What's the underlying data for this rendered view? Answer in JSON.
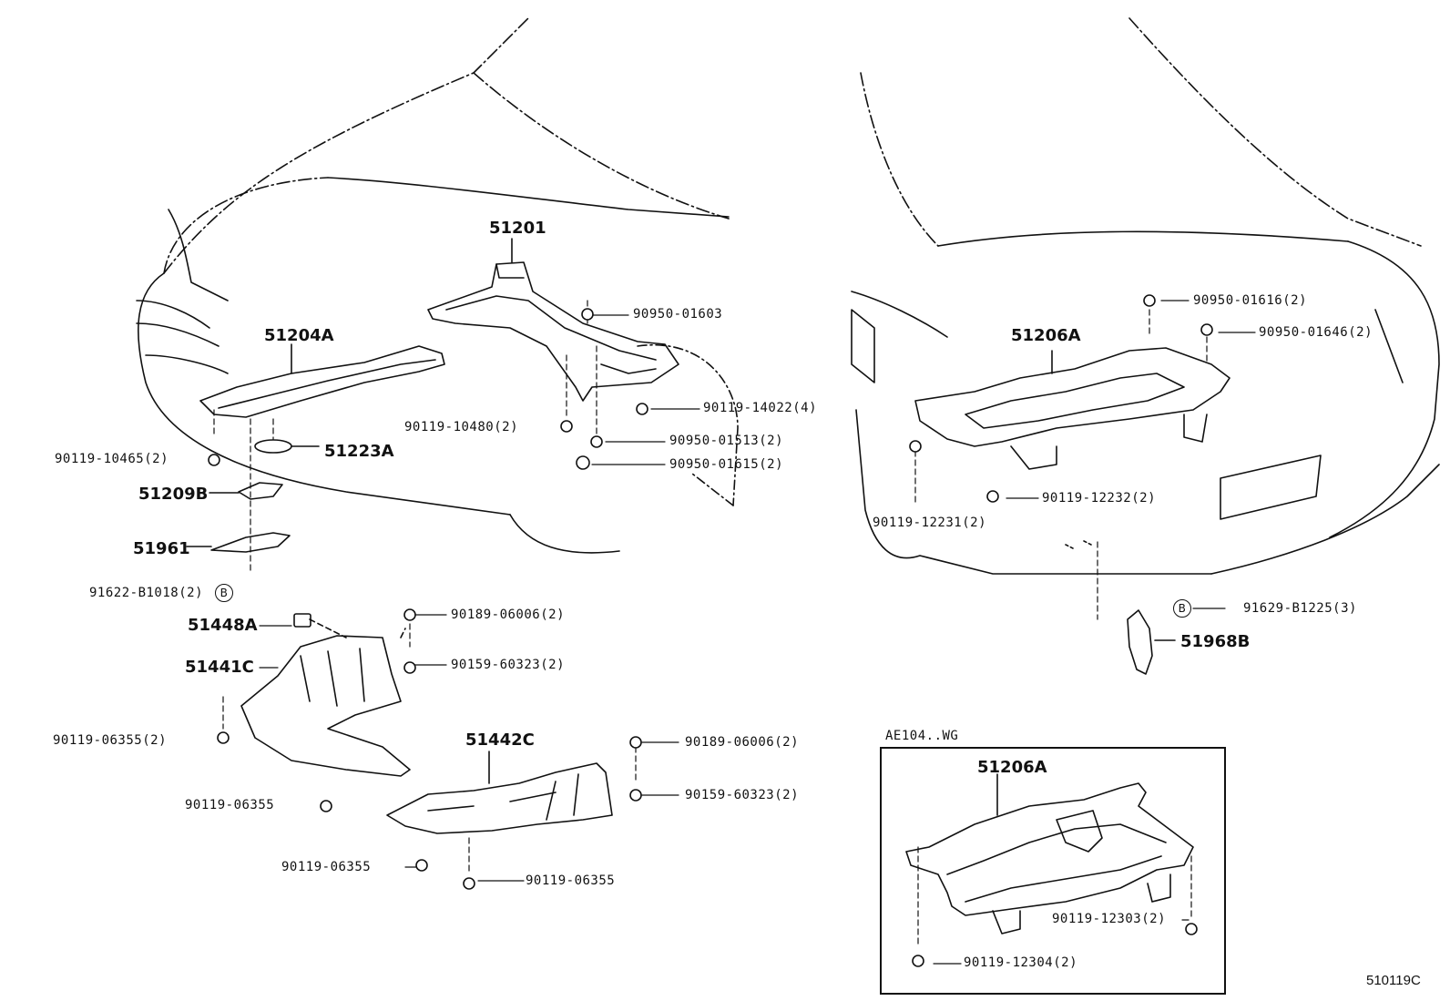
{
  "part_numbers": {
    "p51201": "51201",
    "p51204A": "51204A",
    "p51223A": "51223A",
    "p51209B": "51209B",
    "p51961": "51961",
    "p51448A": "51448A",
    "p51441C": "51441C",
    "p51442C": "51442C",
    "p51206A_main": "51206A",
    "p51206A_inset": "51206A",
    "p51968B": "51968B"
  },
  "fasteners": {
    "f_90950_01603": "90950-01603",
    "f_90119_14022": "90119-14022(4)",
    "f_90119_10480": "90119-10480(2)",
    "f_90950_01513": "90950-01513(2)",
    "f_90950_01615": "90950-01615(2)",
    "f_90119_10465": "90119-10465(2)",
    "f_91622_B1018": "91622-B1018(2)",
    "f_90189_06006_a": "90189-06006(2)",
    "f_90159_60323_a": "90159-60323(2)",
    "f_90119_06355_a": "90119-06355(2)",
    "f_90119_06355_b": "90119-06355",
    "f_90189_06006_b": "90189-06006(2)",
    "f_90159_60323_b": "90159-60323(2)",
    "f_90119_06355_c": "90119-06355",
    "f_90119_06355_d": "90119-06355",
    "f_90950_01616": "90950-01616(2)",
    "f_90950_01646": "90950-01646(2)",
    "f_90119_12232": "90119-12232(2)",
    "f_90119_12231": "90119-12231(2)",
    "f_91629_B1225": "91629-B1225(3)",
    "f_90119_12303": "90119-12303(2)",
    "f_90119_12304": "90119-12304(2)"
  },
  "inset": {
    "title": "AE104..WG"
  },
  "symbols": {
    "b_mark": "B"
  },
  "diagram_id": "510119C"
}
